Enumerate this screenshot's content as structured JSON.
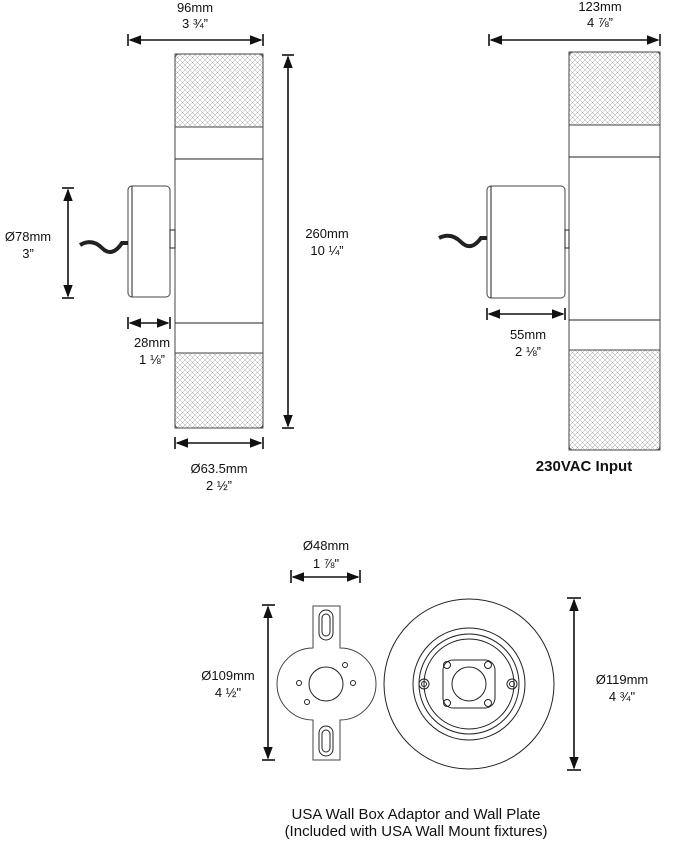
{
  "side_view": {
    "width_mm": "96mm",
    "width_in": "3 ¾”",
    "height_mm": "260mm",
    "height_in": "10 ¼”",
    "box_dia_mm": "Ø78mm",
    "box_dia_in": "3”",
    "box_depth_mm": "28mm",
    "box_depth_in": "1 ⅛”",
    "body_dia_mm": "Ø63.5mm",
    "body_dia_in": "2 ½”"
  },
  "vac_view": {
    "width_mm": "123mm",
    "width_in": "4 ⅞”",
    "box_depth_mm": "55mm",
    "box_depth_in": "2 ⅛”",
    "caption": "230VAC Input"
  },
  "wall_plate": {
    "adaptor_width_mm": "Ø48mm",
    "adaptor_width_in": "1 ⅞\"",
    "adaptor_height_mm": "Ø109mm",
    "adaptor_height_in": "4 ½\"",
    "plate_dia_mm": "Ø119mm",
    "plate_dia_in": "4 ¾\"",
    "caption_line1": "USA Wall Box Adaptor and Wall Plate",
    "caption_line2": "(Included with USA Wall Mount fixtures)"
  }
}
